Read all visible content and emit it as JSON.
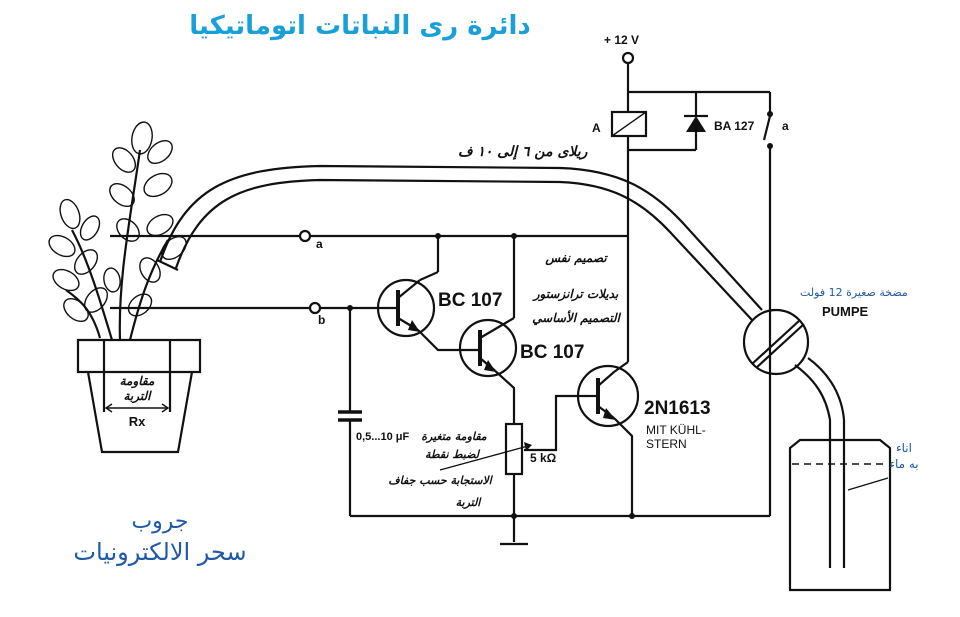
{
  "title": "دائرة رى النباتات اتوماتيكيا",
  "group_credit": {
    "line1": "جروب",
    "line2": "سحر الالكترونيات"
  },
  "colors": {
    "title": "#1aa0d8",
    "credit": "#1f5aa6",
    "ink": "#111111"
  },
  "circuit": {
    "supply_label": "+ 12 V",
    "relay_label": "A",
    "relay_note": "ريلاى من ٦ إلى ١٠ ف",
    "diode_label": "BA 127",
    "contact_label": "a",
    "terminal_a": "a",
    "terminal_b": "b",
    "transistor1": "BC 107",
    "transistor2": "BC 107",
    "transistor3": "2N1613",
    "heatsink_line1": "MIT KÜHL-",
    "heatsink_line2": "STERN",
    "capacitor_label": "0,5...10 μF",
    "resistor_label": "5 kΩ",
    "pump_label": "PUMPE",
    "pump_note": "مضخة صغيرة 12 فولت",
    "container_note_line1": "اناء",
    "container_note_line2": "به ماء",
    "soil_note_line1": "مقاومة",
    "soil_note_line2": "التربة",
    "rx_label": "Rx",
    "darlington_note": [
      "تصميم نفس",
      "بديلات ترانزستور",
      "التصميم الأساسي"
    ],
    "pot_note": [
      "مقاومة متغيرة",
      "لضبط نقطة",
      "الاستجابة حسب جفاف",
      "التربة"
    ]
  }
}
